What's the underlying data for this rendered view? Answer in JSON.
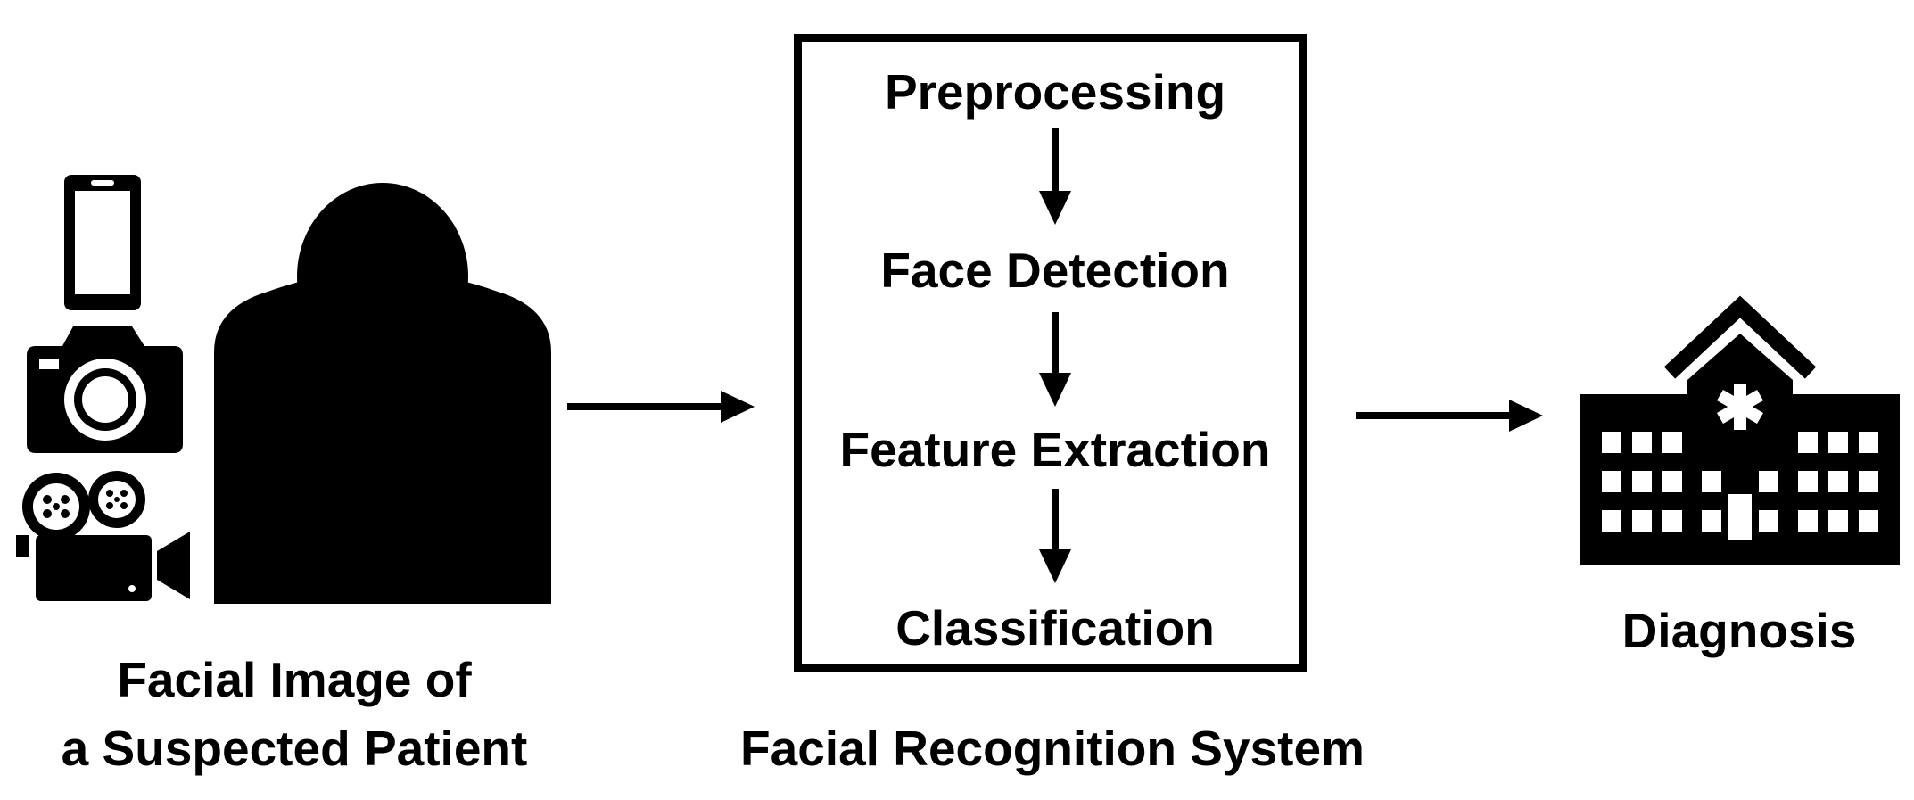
{
  "input": {
    "caption_line1": "Facial Image of",
    "caption_line2": "a Suspected Patient",
    "icons": [
      "smartphone-icon",
      "camera-icon",
      "video-camera-icon",
      "person-silhouette-icon"
    ]
  },
  "system": {
    "caption": "Facial Recognition System",
    "steps": [
      {
        "label": "Preprocessing"
      },
      {
        "label": "Face Detection"
      },
      {
        "label": "Feature Extraction"
      },
      {
        "label": "Classification"
      }
    ]
  },
  "output": {
    "caption": "Diagnosis",
    "icon": "hospital-icon"
  },
  "colors": {
    "ink": "#000000",
    "background": "#ffffff"
  }
}
